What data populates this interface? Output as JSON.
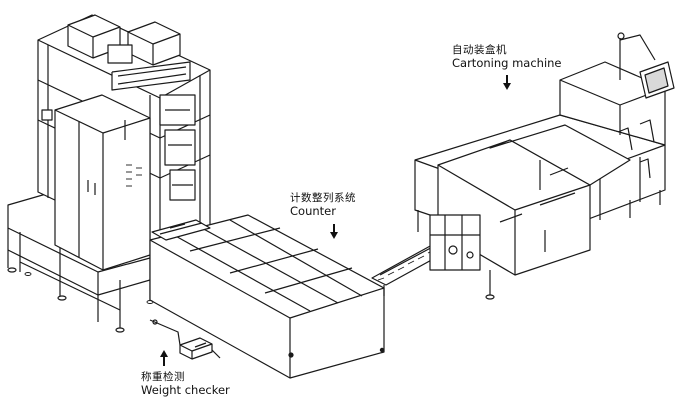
{
  "labels": {
    "cartoning": {
      "cn": "自动装盒机",
      "en": "Cartoning machine"
    },
    "counter": {
      "cn": "计数整列系统",
      "en": "Counter"
    },
    "weight": {
      "cn": "称重检测",
      "en": "Weight checker"
    }
  },
  "colors": {
    "stroke": "#1a1a1a",
    "fill": "#ffffff",
    "accent": "#d9d9d9"
  }
}
